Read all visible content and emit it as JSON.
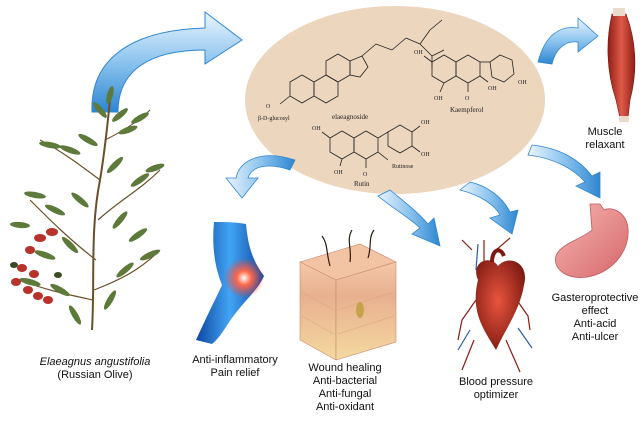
{
  "plant": {
    "species": "Elaeagnus angustifolia",
    "common": "(Russian Olive)"
  },
  "compounds": {
    "elaeagnoside": {
      "name": "elaeagnoside",
      "substituent": "β-D-glucosyl"
    },
    "kaempferol": {
      "name": "Kaempferol",
      "oh": "OH"
    },
    "rutin": {
      "name": "Rutin",
      "substituent": "Rutinose",
      "oh": "OH"
    },
    "o": "O"
  },
  "effects": {
    "muscle": {
      "line1": "Muscle",
      "line2": "relaxant"
    },
    "anti_inflammatory": {
      "line1": "Anti-inflammatory",
      "line2": "Pain relief"
    },
    "skin": {
      "line1": "Wound healing",
      "line2": "Anti-bacterial",
      "line3": "Anti-fungal",
      "line4": "Anti-oxidant"
    },
    "heart": {
      "line1": "Blood pressure",
      "line2": "optimizer"
    },
    "stomach": {
      "line1": "Gasteroprotective",
      "line2": "effect",
      "line3": "Anti-acid",
      "line4": "Anti-ulcer"
    }
  },
  "colors": {
    "ellipse": "#ecd6be",
    "arrow_light": "#dceefa",
    "arrow_mid": "#8cc4ee",
    "arrow_dark": "#2e86d1",
    "leaf": "#5d7a3b",
    "berry": "#b8322c",
    "muscle": "#c0392b",
    "stomach": "#e8898a",
    "heart": "#b73224",
    "skin": "#e8b99a"
  }
}
